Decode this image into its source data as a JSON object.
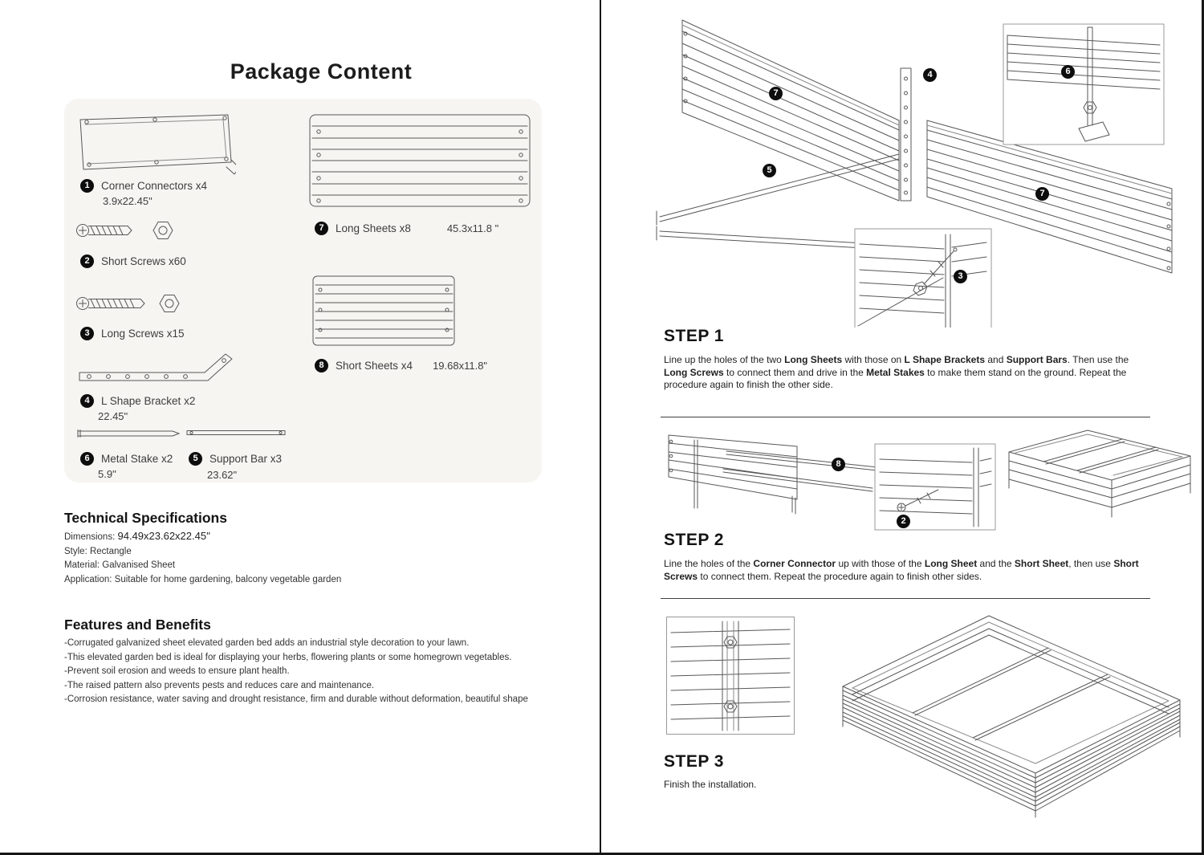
{
  "colors": {
    "panel_bg": "#f6f5f2",
    "callout_bg": "#0d0d0d",
    "line_art": "#575757"
  },
  "left": {
    "title": "Package Content",
    "parts": [
      {
        "num": "1",
        "label": "Corner Connectors x4",
        "size": "3.9x22.45\""
      },
      {
        "num": "2",
        "label": "Short Screws x60",
        "size": ""
      },
      {
        "num": "3",
        "label": "Long Screws x15",
        "size": ""
      },
      {
        "num": "4",
        "label": "L Shape Bracket x2",
        "size": "22.45\""
      },
      {
        "num": "6",
        "label": "Metal Stake x2",
        "size": "5.9\""
      },
      {
        "num": "5",
        "label": "Support Bar x3",
        "size": "23.62\""
      },
      {
        "num": "7",
        "label": "Long Sheets x8",
        "size": "45.3x11.8 \""
      },
      {
        "num": "8",
        "label": "Short Sheets x4",
        "size": "19.68x11.8\""
      }
    ],
    "tech": {
      "heading": "Technical Specifications",
      "dim_label": "Dimensions:",
      "dim_value": "94.49x23.62x22.45''",
      "lines": [
        "Style: Rectangle",
        "Material: Galvanised Sheet",
        "Application: Suitable for home gardening, balcony vegetable garden"
      ]
    },
    "features": {
      "heading": "Features and Benefits",
      "lines": [
        "-Corrugated galvanized sheet elevated garden bed adds an industrial style decoration to your lawn.",
        "-This elevated garden bed is ideal for displaying your herbs, flowering plants or some homegrown vegetables.",
        "-Prevent soil erosion and weeds to ensure plant health.",
        "-The raised pattern also prevents pests and reduces care and maintenance.",
        "-Corrosion resistance, water saving and drought resistance, firm and durable without deformation, beautiful shape"
      ]
    }
  },
  "right": {
    "steps": [
      {
        "heading": "STEP 1",
        "body": [
          {
            "t": "Line up the holes of the two ",
            "b": false
          },
          {
            "t": "Long Sheets",
            "b": true
          },
          {
            "t": " with those on ",
            "b": false
          },
          {
            "t": "L Shape Brackets",
            "b": true
          },
          {
            "t": " and ",
            "b": false
          },
          {
            "t": "Support Bars",
            "b": true
          },
          {
            "t": ". Then use the ",
            "b": false
          },
          {
            "t": "Long Screws",
            "b": true
          },
          {
            "t": " to connect them and drive in the ",
            "b": false
          },
          {
            "t": "Metal Stakes",
            "b": true
          },
          {
            "t": " to make them stand on the ground. Repeat the procedure again to finish the other side.",
            "b": false
          }
        ],
        "callouts": [
          "7",
          "4",
          "6",
          "5",
          "3",
          "7"
        ]
      },
      {
        "heading": "STEP 2",
        "body": [
          {
            "t": "Line the holes of the ",
            "b": false
          },
          {
            "t": "Corner Connector",
            "b": true
          },
          {
            "t": " up with those of the ",
            "b": false
          },
          {
            "t": "Long Sheet",
            "b": true
          },
          {
            "t": " and the ",
            "b": false
          },
          {
            "t": "Short Sheet",
            "b": true
          },
          {
            "t": ", then use ",
            "b": false
          },
          {
            "t": "Short Screws",
            "b": true
          },
          {
            "t": " to connect them. Repeat the procedure again to finish other sides.",
            "b": false
          }
        ],
        "callouts": [
          "8",
          "2"
        ]
      },
      {
        "heading": "STEP 3",
        "body": [
          {
            "t": "Finish the installation.",
            "b": false
          }
        ],
        "callouts": []
      }
    ]
  }
}
